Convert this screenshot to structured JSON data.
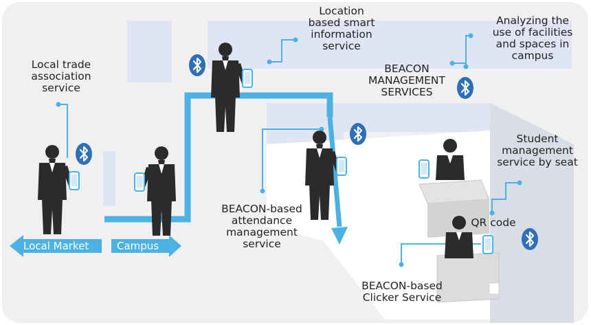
{
  "labels": {
    "local_trade": "Local trade\nassociation\nservice",
    "location_smart": "Location\nbased smart\ninformation\nservice",
    "analyzing": "Analyzing the\nuse of facilities\nand spaces in\ncampus",
    "beacon_management": "BEACON\nMANAGEMENT\nSERVICES",
    "student_management": "Student\nmanagement\nservice by seat",
    "qr_code": "QR code",
    "attendance": "BEACON-based\nattendance\nmanagement\nservice",
    "clicker": "BEACON-based\nClicker Service"
  },
  "arrows": {
    "local_market": "Local Market",
    "campus": "Campus"
  },
  "icons": [
    "bluetooth-icon",
    "person-with-phone-icon"
  ],
  "colors": {
    "accent_blue": "#4bb2e3",
    "bluetooth_blue": "#2f6fb5",
    "building_blue": "#dfe5f4",
    "floor_gray": "#f0f0f0",
    "figure_dark": "#2b2b2b"
  }
}
